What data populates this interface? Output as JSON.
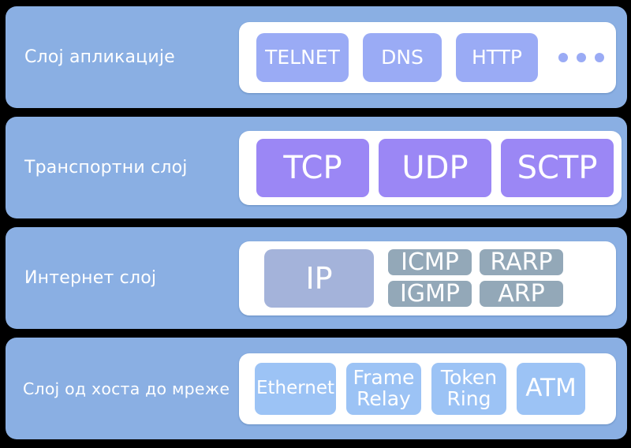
{
  "diagram": {
    "title": "TCP/IP model layers (Serbian Cyrillic)",
    "colors": {
      "layer_band": "#8aafe3",
      "card_background": "#ffffff",
      "application_box": "#9aabf5",
      "transport_box": "#9b87f5",
      "ip_box": "#a4b3da",
      "internet_small_box": "#93a8b8",
      "host_network_box": "#9cc3f5",
      "label_text": "#ffffff",
      "page_background": "#000000"
    },
    "layers": [
      {
        "id": "application",
        "label": "Слој апликације",
        "protocols": [
          {
            "name": "TELNET",
            "lines": [
              "TELNET"
            ]
          },
          {
            "name": "DNS",
            "lines": [
              "DNS"
            ]
          },
          {
            "name": "HTTP",
            "lines": [
              "HTTP"
            ]
          }
        ],
        "ellipsis": "•••",
        "ellipsis_count": 3
      },
      {
        "id": "transport",
        "label": "Транспортни слој",
        "protocols": [
          {
            "name": "TCP",
            "lines": [
              "TCP"
            ]
          },
          {
            "name": "UDP",
            "lines": [
              "UDP"
            ]
          },
          {
            "name": "SCTP",
            "lines": [
              "SCTP"
            ]
          }
        ]
      },
      {
        "id": "internet",
        "label": "Интернет слој",
        "primary": {
          "name": "IP",
          "lines": [
            "IP"
          ]
        },
        "protocols": [
          {
            "name": "ICMP",
            "lines": [
              "ICMP"
            ]
          },
          {
            "name": "RARP",
            "lines": [
              "RARP"
            ]
          },
          {
            "name": "IGMP",
            "lines": [
              "IGMP"
            ]
          },
          {
            "name": "ARP",
            "lines": [
              "ARP"
            ]
          }
        ]
      },
      {
        "id": "host-to-network",
        "label": "Слој од хоста до мреже",
        "protocols": [
          {
            "name": "Ethernet",
            "lines": [
              "Ethernet"
            ]
          },
          {
            "name": "Frame Relay",
            "lines": [
              "Frame",
              "Relay"
            ]
          },
          {
            "name": "Token Ring",
            "lines": [
              "Token",
              "Ring"
            ]
          },
          {
            "name": "ATM",
            "lines": [
              "ATM"
            ]
          }
        ]
      }
    ]
  }
}
